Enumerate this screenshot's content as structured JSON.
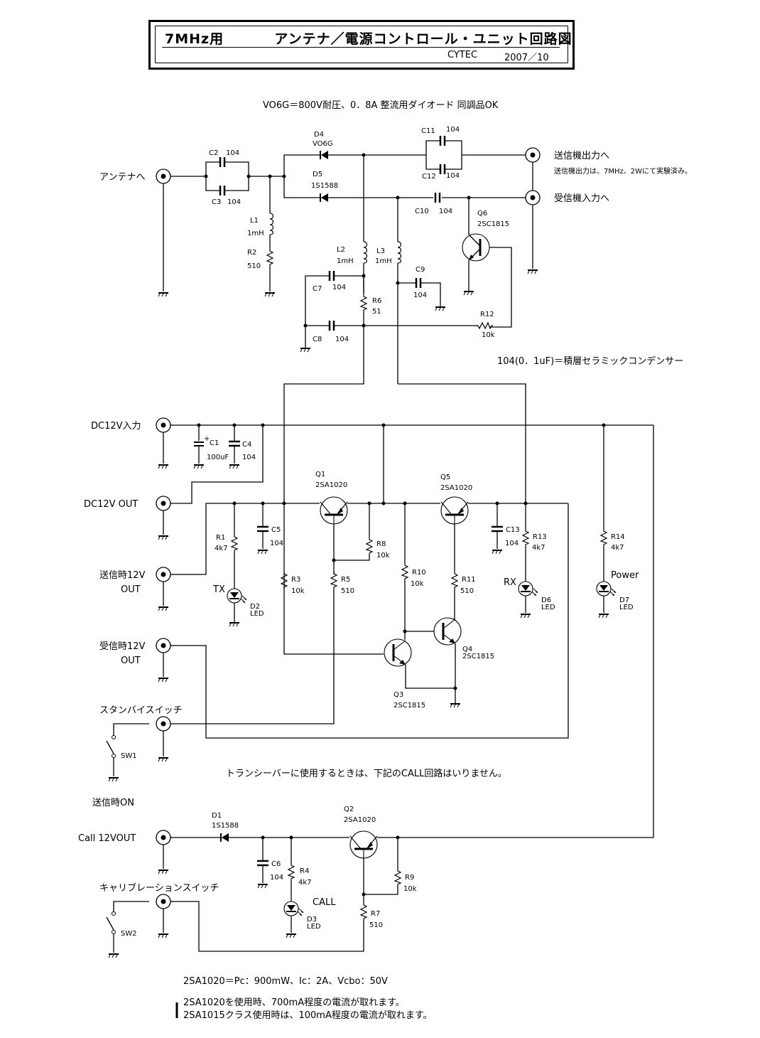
{
  "title": {
    "freq": "7MHz用",
    "main": "アンテナ／電源コントロール・ユニット回路図",
    "author": "CYTEC",
    "date": "2007／10"
  },
  "notes": {
    "diode_note": "VO6G＝800V耐圧、0．8A 整流用ダイオード 同調品OK",
    "cap_note": "104(0．1uF)＝積層セラミックコンデンサー",
    "tx_note": "送信機出力は、7MHz、2Wにて実験済み。",
    "transceiver_note": "トランシーバーに使用するときは、下記のCALL回路はいりません。",
    "spec_2sa1020": "2SA1020＝Pc：900mW、Ic：2A、Vcbo：50V",
    "current_note_1": "2SA1020を使用時、700mA程度の電流が取れます。",
    "current_note_2": "2SA1015クラス使用時は、100mA程度の電流が取れます。"
  },
  "connectors": {
    "antenna": "アンテナへ",
    "tx_out": "送信機出力へ",
    "rx_in": "受信機入力へ",
    "dc_in": "DC12V入力",
    "dc_out": "DC12V OUT",
    "tx12_line1": "送信時12V",
    "tx12_line2": "OUT",
    "rx12_line1": "受信時12V",
    "rx12_line2": "OUT",
    "standby": "スタンバイスイッチ",
    "tx_on": "送信時ON",
    "call_out": "Call 12VOUT",
    "calib": "キャリブレーションスイッチ"
  },
  "components": {
    "C1": {
      "ref": "C1",
      "value": "100uF"
    },
    "C2": {
      "ref": "C2",
      "value": "104"
    },
    "C3": {
      "ref": "C3",
      "value": "104"
    },
    "C4": {
      "ref": "C4",
      "value": "104"
    },
    "C5": {
      "ref": "C5",
      "value": "104"
    },
    "C6": {
      "ref": "C6",
      "value": "104"
    },
    "C7": {
      "ref": "C7",
      "value": "104"
    },
    "C8": {
      "ref": "C8",
      "value": "104"
    },
    "C9": {
      "ref": "C9",
      "value": "104"
    },
    "C10": {
      "ref": "C10",
      "value": "104"
    },
    "C11": {
      "ref": "C11",
      "value": "104"
    },
    "C12": {
      "ref": "C12",
      "value": "104"
    },
    "C13": {
      "ref": "C13",
      "value": "104"
    },
    "L1": {
      "ref": "L1",
      "value": "1mH"
    },
    "L2": {
      "ref": "L2",
      "value": "1mH"
    },
    "L3": {
      "ref": "L3",
      "value": "1mH"
    },
    "R1": {
      "ref": "R1",
      "value": "4k7"
    },
    "R2": {
      "ref": "R2",
      "value": "510"
    },
    "R3": {
      "ref": "R3",
      "value": "10k"
    },
    "R4": {
      "ref": "R4",
      "value": "4k7"
    },
    "R5": {
      "ref": "R5",
      "value": "510"
    },
    "R6": {
      "ref": "R6",
      "value": "51"
    },
    "R7": {
      "ref": "R7",
      "value": "510"
    },
    "R8": {
      "ref": "R8",
      "value": "10k"
    },
    "R9": {
      "ref": "R9",
      "value": "10k"
    },
    "R10": {
      "ref": "R10",
      "value": "10k"
    },
    "R11": {
      "ref": "R11",
      "value": "510"
    },
    "R12": {
      "ref": "R12",
      "value": "10k"
    },
    "R13": {
      "ref": "R13",
      "value": "4k7"
    },
    "R14": {
      "ref": "R14",
      "value": "4k7"
    },
    "D1": {
      "ref": "D1",
      "value": "1S1588"
    },
    "D2": {
      "ref": "D2",
      "value": "LED",
      "tag": "TX"
    },
    "D3": {
      "ref": "D3",
      "value": "LED",
      "tag": "CALL"
    },
    "D4": {
      "ref": "D4",
      "value": "VO6G"
    },
    "D5": {
      "ref": "D5",
      "value": "1S1588"
    },
    "D6": {
      "ref": "D6",
      "value": "LED",
      "tag": "RX"
    },
    "D7": {
      "ref": "D7",
      "value": "LED",
      "tag": "Power"
    },
    "Q1": {
      "ref": "Q1",
      "value": "2SA1020"
    },
    "Q2": {
      "ref": "Q2",
      "value": "2SA1020"
    },
    "Q3": {
      "ref": "Q3",
      "value": "2SC1815"
    },
    "Q4": {
      "ref": "Q4",
      "value": "2SC1815"
    },
    "Q5": {
      "ref": "Q5",
      "value": "2SA1020"
    },
    "Q6": {
      "ref": "Q6",
      "value": "2SC1815"
    },
    "SW1": {
      "ref": "SW1"
    },
    "SW2": {
      "ref": "SW2"
    }
  }
}
